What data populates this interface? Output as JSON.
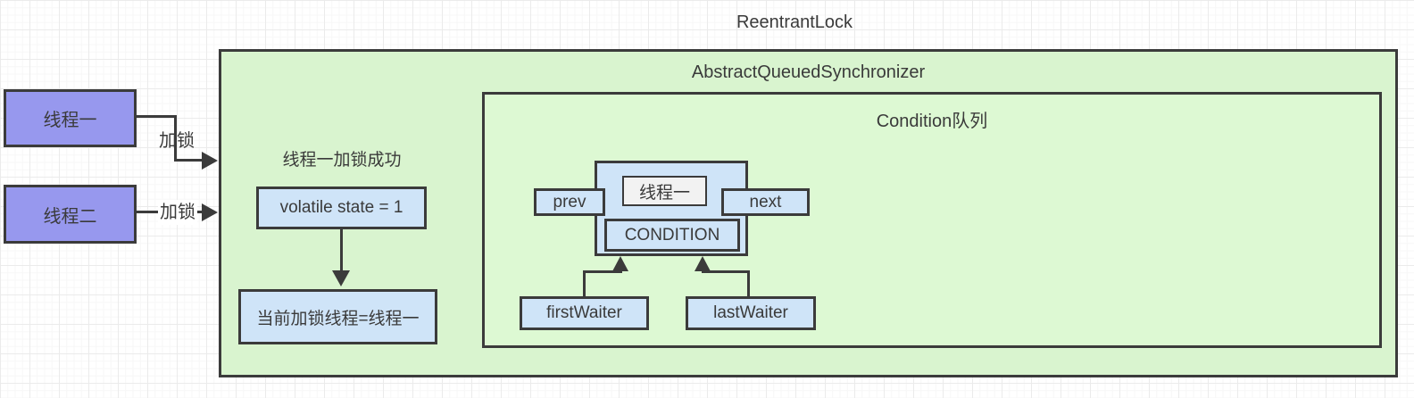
{
  "colors": {
    "line": "#3b3b3b",
    "text": "#3a3a3a",
    "box-purple": "#9798ee",
    "box-blue": "#cfe4f8",
    "box-green": "#d9f4cf",
    "box-green-inner": "#ddf9d3",
    "box-gray": "#f2f2f2",
    "grid-major": "#ebebeb",
    "grid-minor": "#f7f7f7"
  },
  "canvas": {
    "title": "ReentrantLock"
  },
  "threads": [
    {
      "label": "线程一"
    },
    {
      "label": "线程二"
    }
  ],
  "edges": {
    "lock_label_1": "加锁",
    "lock_label_2": "加锁"
  },
  "aqs": {
    "title": "AbstractQueuedSynchronizer",
    "lock_success_text": "线程一加锁成功",
    "state_box": "volatile state = 1",
    "owner_box": "当前加锁线程=线程一"
  },
  "condition_queue": {
    "title": "Condition队列",
    "node": {
      "thread": "线程一",
      "prev": "prev",
      "next": "next",
      "status": "CONDITION"
    },
    "first_waiter": "firstWaiter",
    "last_waiter": "lastWaiter"
  }
}
